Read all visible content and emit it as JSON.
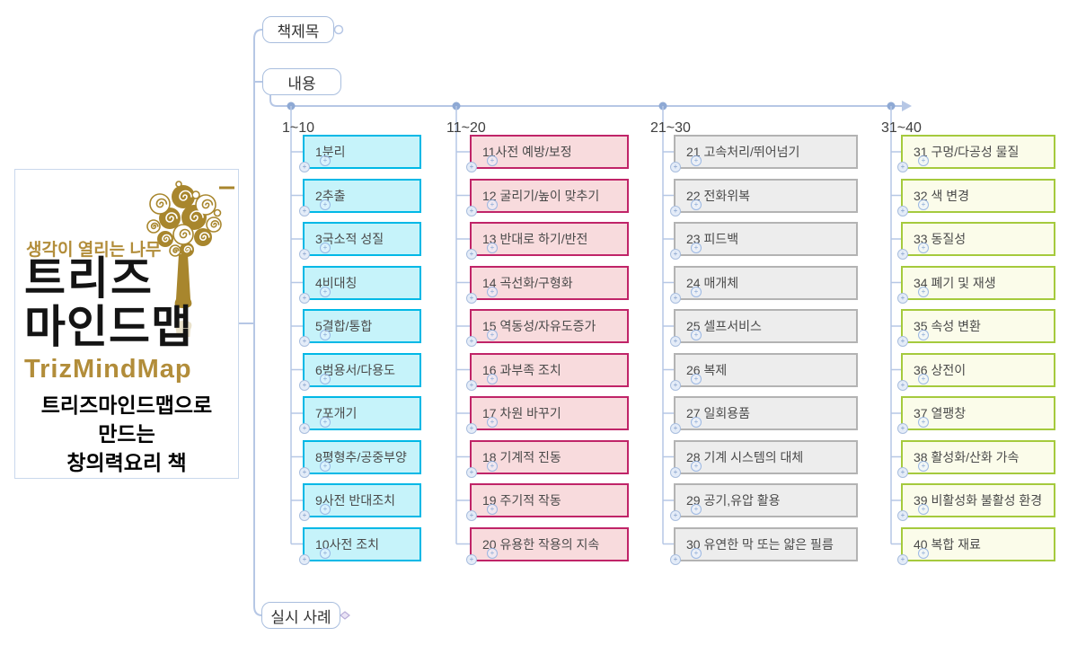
{
  "logo": {
    "tagline": "생각이 열리는 나무",
    "title_line1": "트리즈",
    "title_line2": "마인드맵",
    "brand": "TrizMindMap",
    "subtitle_lines": [
      "트리즈마인드맵으로",
      "만드는",
      "창의력요리 책"
    ]
  },
  "nodes": {
    "book_title": "책제목",
    "contents": "내용",
    "examples": "실시 사례"
  },
  "columns": [
    {
      "label": "1~10",
      "border": "#00b8e6",
      "fill": "#c6f3fa",
      "items": [
        "1분리",
        "2추출",
        "3국소적 성질",
        "4비대칭",
        "5결합/통합",
        "6범용서/다용도",
        "7포개기",
        "8평형추/공중부양",
        "9사전 반대조치",
        "10사전 조치"
      ]
    },
    {
      "label": "11~20",
      "border": "#c02468",
      "fill": "#f8dbdd",
      "items": [
        "11사전 예방/보정",
        "12 굴리기/높이 맞추기",
        "13 반대로 하기/반전",
        "14 곡선화/구형화",
        "15 역동성/자유도증가",
        "16 과부족 조치",
        "17 차원 바꾸기",
        "18 기계적 진동",
        "19 주기적 작동",
        "20 유용한 작용의 지속"
      ]
    },
    {
      "label": "21~30",
      "border": "#b3b3b3",
      "fill": "#ededed",
      "items": [
        "21 고속처리/뛰어넘기",
        "22 전화위복",
        "23 피드백",
        "24 매개체",
        "25 셀프서비스",
        "26 복제",
        "27 일회용품",
        "28 기계 시스템의 대체",
        "29 공기,유압 활용",
        "30 유연한 막 또는 얇은 필름"
      ]
    },
    {
      "label": "31~40",
      "border": "#a5ca3d",
      "fill": "#fbfcea",
      "items": [
        "31 구멍/다공성 물질",
        "32 색 변경",
        "33 동질성",
        "34 폐기 및 재생",
        "35 속성 변환",
        "36 상전이",
        "37 열팽창",
        "38 활성화/산화 가속",
        "39 비활성화 불활성 환경",
        "40 복합 재료"
      ]
    }
  ],
  "colors": {
    "connector": "#b6c7e5",
    "dot": "#8ea9d4",
    "node_border": "#a9bede",
    "logo_gold": "#a8862d"
  }
}
